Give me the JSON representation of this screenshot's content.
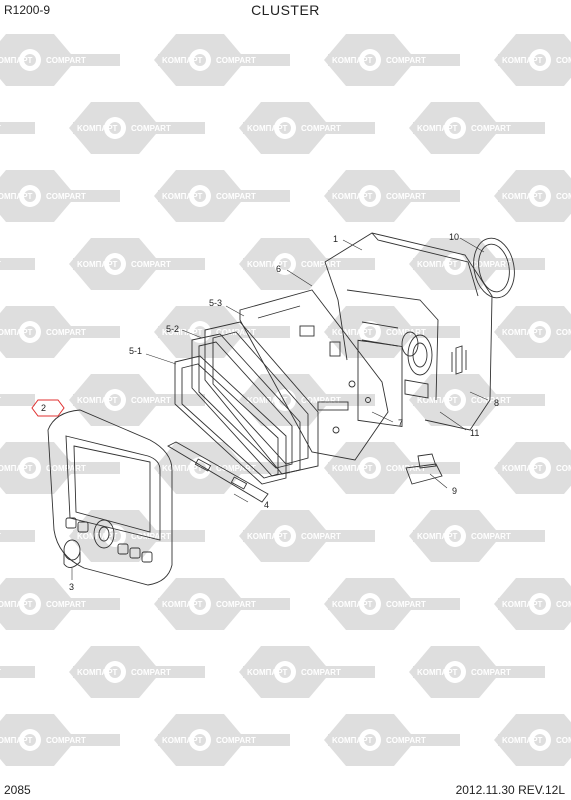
{
  "header": {
    "model": "R1200-9",
    "title": "CLUSTER"
  },
  "footer": {
    "page_number": "2085",
    "date_rev": "2012.11.30  REV.12L"
  },
  "watermark": {
    "text_left": "KOMПAPT",
    "text_right": "COMPART",
    "color": "#d9d9d9"
  },
  "callouts": {
    "c1": "1",
    "c2": "2",
    "c3": "3",
    "c4": "4",
    "c5_1": "5-1",
    "c5_2": "5-2",
    "c5_3": "5-3",
    "c6": "6",
    "c7": "7",
    "c8": "8",
    "c9": "9",
    "c10": "10",
    "c11": "11"
  },
  "colors": {
    "line": "#333333",
    "highlight": "#e03030"
  }
}
